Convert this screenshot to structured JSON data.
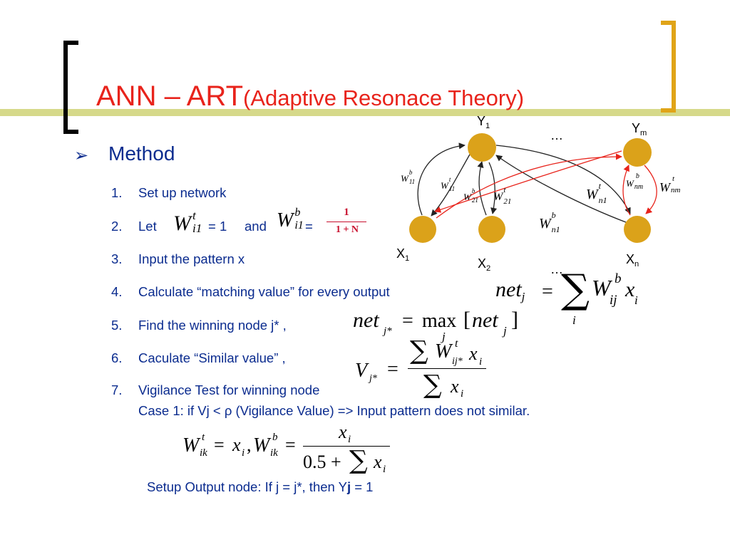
{
  "slide": {
    "title_main": "ANN – ART",
    "title_paren": "(Adaptive Resonace  Theory)",
    "bullet_glyph": "➢",
    "method_label": "Method",
    "steps": [
      {
        "num": "1.",
        "text": "Set up network"
      },
      {
        "num": "2.",
        "text_before": "Let",
        "text_eq1": "= 1",
        "text_and": "and",
        "text_eq2": "="
      },
      {
        "num": "3.",
        "text": "Input the pattern x"
      },
      {
        "num": "4.",
        "text": "Calculate “matching value” for every output"
      },
      {
        "num": "5.",
        "text": "Find the winning node j* ,"
      },
      {
        "num": "6.",
        "text": "Caculate “Similar value” ,"
      },
      {
        "num": "7.",
        "text": "Vigilance Test for winning node"
      }
    ],
    "case1_text": "Case 1: if Vj < ρ (Vigilance Value) => Input pattern does not similar.",
    "setup_text_before": "Setup Output node: If j = j*, then Y",
    "setup_text_bold": "j",
    "setup_text_after": " = 1"
  },
  "formulas": {
    "w_symbol": "W",
    "wt_sup": "t",
    "wb_sup": "b",
    "i1_sub": "i1",
    "one_over_n_num": "1",
    "one_over_n_den": "1 + N",
    "net": "net",
    "j_sub": "j",
    "jstar_sub": "j*",
    "equals": "=",
    "sigma": "∑",
    "ij_sub": "ij",
    "x": "x",
    "i_sub": "i",
    "max": "max",
    "lbr": "[",
    "rbr": "]",
    "v": "V",
    "ijstar_sub": "ij*",
    "ik_sub": "ik",
    "comma": ",",
    "half_plus": "0.5 +"
  },
  "network": {
    "node_color": "#dba21a",
    "red_arrow": "#e8231b",
    "labels": {
      "y1": "Y",
      "y1_sub": "1",
      "ym": "Y",
      "ym_sub": "m",
      "x1": "X",
      "x1_sub": "1",
      "x2": "X",
      "x2_sub": "2",
      "xn": "X",
      "xn_sub": "n",
      "dots": "…"
    },
    "weights": {
      "b11": {
        "w": "W",
        "sup": "b",
        "sub": "11"
      },
      "t11": {
        "w": "W",
        "sup": "t",
        "sub": "11"
      },
      "b21": {
        "w": "W",
        "sup": "b",
        "sub": "21"
      },
      "t21": {
        "w": "W",
        "sup": "t",
        "sub": "21"
      },
      "tn1": {
        "w": "W",
        "sup": "t",
        "sub": "n1"
      },
      "bn1": {
        "w": "W",
        "sup": "b",
        "sub": "n1"
      },
      "bnm": {
        "w": "W",
        "sup": "b",
        "sub": "nm"
      },
      "tnm": {
        "w": "W",
        "sup": "t",
        "sub": "nm"
      }
    }
  },
  "colors": {
    "title": "#e8231b",
    "body_text": "#0b2c8f",
    "band": "#d6d98a",
    "bracket": "#000000",
    "bracket_right": "#e0a418"
  }
}
